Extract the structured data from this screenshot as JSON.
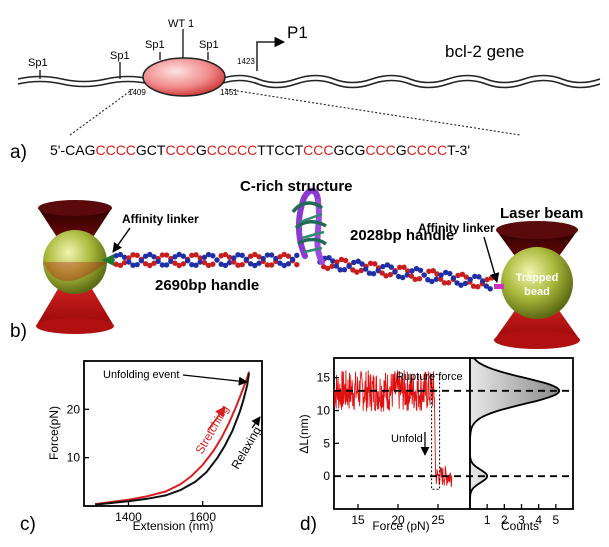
{
  "gene": {
    "sites": [
      "Sp1",
      "Sp1",
      "Sp1",
      "Sp1"
    ],
    "wt": "WT 1",
    "promoter": "P1",
    "gene_name": "bcl-2 gene",
    "pos_left": "1409",
    "pos_right": "1451",
    "pos_tss": "1423"
  },
  "sequence": {
    "panel": "a)",
    "segments": [
      {
        "t": "5'-CAG",
        "c": "#000000"
      },
      {
        "t": "CCCC",
        "c": "#d81e1e"
      },
      {
        "t": "GCT",
        "c": "#000000"
      },
      {
        "t": "CCC",
        "c": "#d81e1e"
      },
      {
        "t": "G",
        "c": "#000000"
      },
      {
        "t": "CCCCC",
        "c": "#d81e1e"
      },
      {
        "t": "TTCCT",
        "c": "#000000"
      },
      {
        "t": "CCC",
        "c": "#d81e1e"
      },
      {
        "t": "GCG",
        "c": "#000000"
      },
      {
        "t": "CCC",
        "c": "#d81e1e"
      },
      {
        "t": "G",
        "c": "#000000"
      },
      {
        "t": "CCCC",
        "c": "#d81e1e"
      },
      {
        "t": "T-3'",
        "c": "#000000"
      }
    ]
  },
  "tweezers": {
    "panel": "b)",
    "structure": "C-rich structure",
    "affinity_left": "Affinity linker",
    "affinity_right": "Affinity linker",
    "laser": "Laser beam",
    "handle_left": "2690bp handle",
    "handle_right": "2028bp handle",
    "bead_line1": "Trapped",
    "bead_line2": "bead"
  },
  "chart_data": [
    {
      "type": "line",
      "panel": "c)",
      "xlabel": "Extension (nm)",
      "ylabel": "Force(pN)",
      "xlim": [
        1280,
        1760
      ],
      "ylim": [
        0,
        30
      ],
      "xticks": [
        "1400",
        "1600"
      ],
      "yticks": [
        "10",
        "20"
      ],
      "xtick_values": [
        1400,
        1600
      ],
      "ytick_values": [
        10,
        20
      ],
      "annotations": [
        "Unfolding event",
        "Stretching",
        "Relaxing"
      ],
      "series": [
        {
          "color": "#d81e1e",
          "x": [
            1310,
            1350,
            1400,
            1450,
            1500,
            1540,
            1570,
            1600,
            1630,
            1650,
            1670,
            1690,
            1700,
            1710,
            1720,
            1725
          ],
          "y": [
            0.4,
            0.8,
            1.3,
            2.0,
            3.0,
            4.5,
            6.2,
            8.5,
            11.5,
            14.0,
            17.0,
            20.5,
            22.5,
            24.5,
            26.5,
            27.8
          ]
        },
        {
          "color": "#111111",
          "x": [
            1310,
            1350,
            1400,
            1450,
            1500,
            1540,
            1580,
            1610,
            1640,
            1660,
            1680,
            1700,
            1710,
            1720,
            1725
          ],
          "y": [
            0.3,
            0.6,
            1.0,
            1.5,
            2.2,
            3.3,
            5.0,
            7.0,
            10.0,
            12.5,
            15.5,
            19.5,
            22.0,
            25.0,
            27.5
          ]
        }
      ]
    },
    {
      "type": "line",
      "panel": "d)",
      "xlabel": "Force (pN)",
      "ylabel": "ΔL(nm)",
      "xlim": [
        12,
        29
      ],
      "ylim": [
        -5,
        18
      ],
      "xticks": [
        "15",
        "20",
        "25"
      ],
      "yticks": [
        "0",
        "5",
        "10",
        "15"
      ],
      "xtick_values": [
        15,
        20,
        25
      ],
      "ytick_values": [
        0,
        5,
        10,
        15
      ],
      "annotations": [
        "Rupture force",
        "Unfold"
      ],
      "levels": [
        13,
        0
      ],
      "rupture_force": 24.7,
      "trace": {
        "color": "#e01010",
        "folded": {
          "x_start": 12,
          "x_end": 24.6,
          "mean": 13,
          "spread": 3.2
        },
        "unfolded": {
          "x_start": 24.7,
          "x_end": 26.8,
          "mean": 0,
          "spread": 1.6
        }
      },
      "histogram": {
        "xlabel": "Counts",
        "xlim": [
          0,
          6
        ],
        "xticks": [
          "1",
          "2",
          "3",
          "4",
          "5"
        ],
        "xtick_values": [
          1,
          2,
          3,
          4,
          5
        ],
        "ytop": 18,
        "ybottom": -5,
        "peaks": [
          {
            "center": 13,
            "amp": 5.2,
            "width": 2.0
          },
          {
            "center": 0,
            "amp": 1.0,
            "width": 1.0
          }
        ]
      }
    }
  ]
}
